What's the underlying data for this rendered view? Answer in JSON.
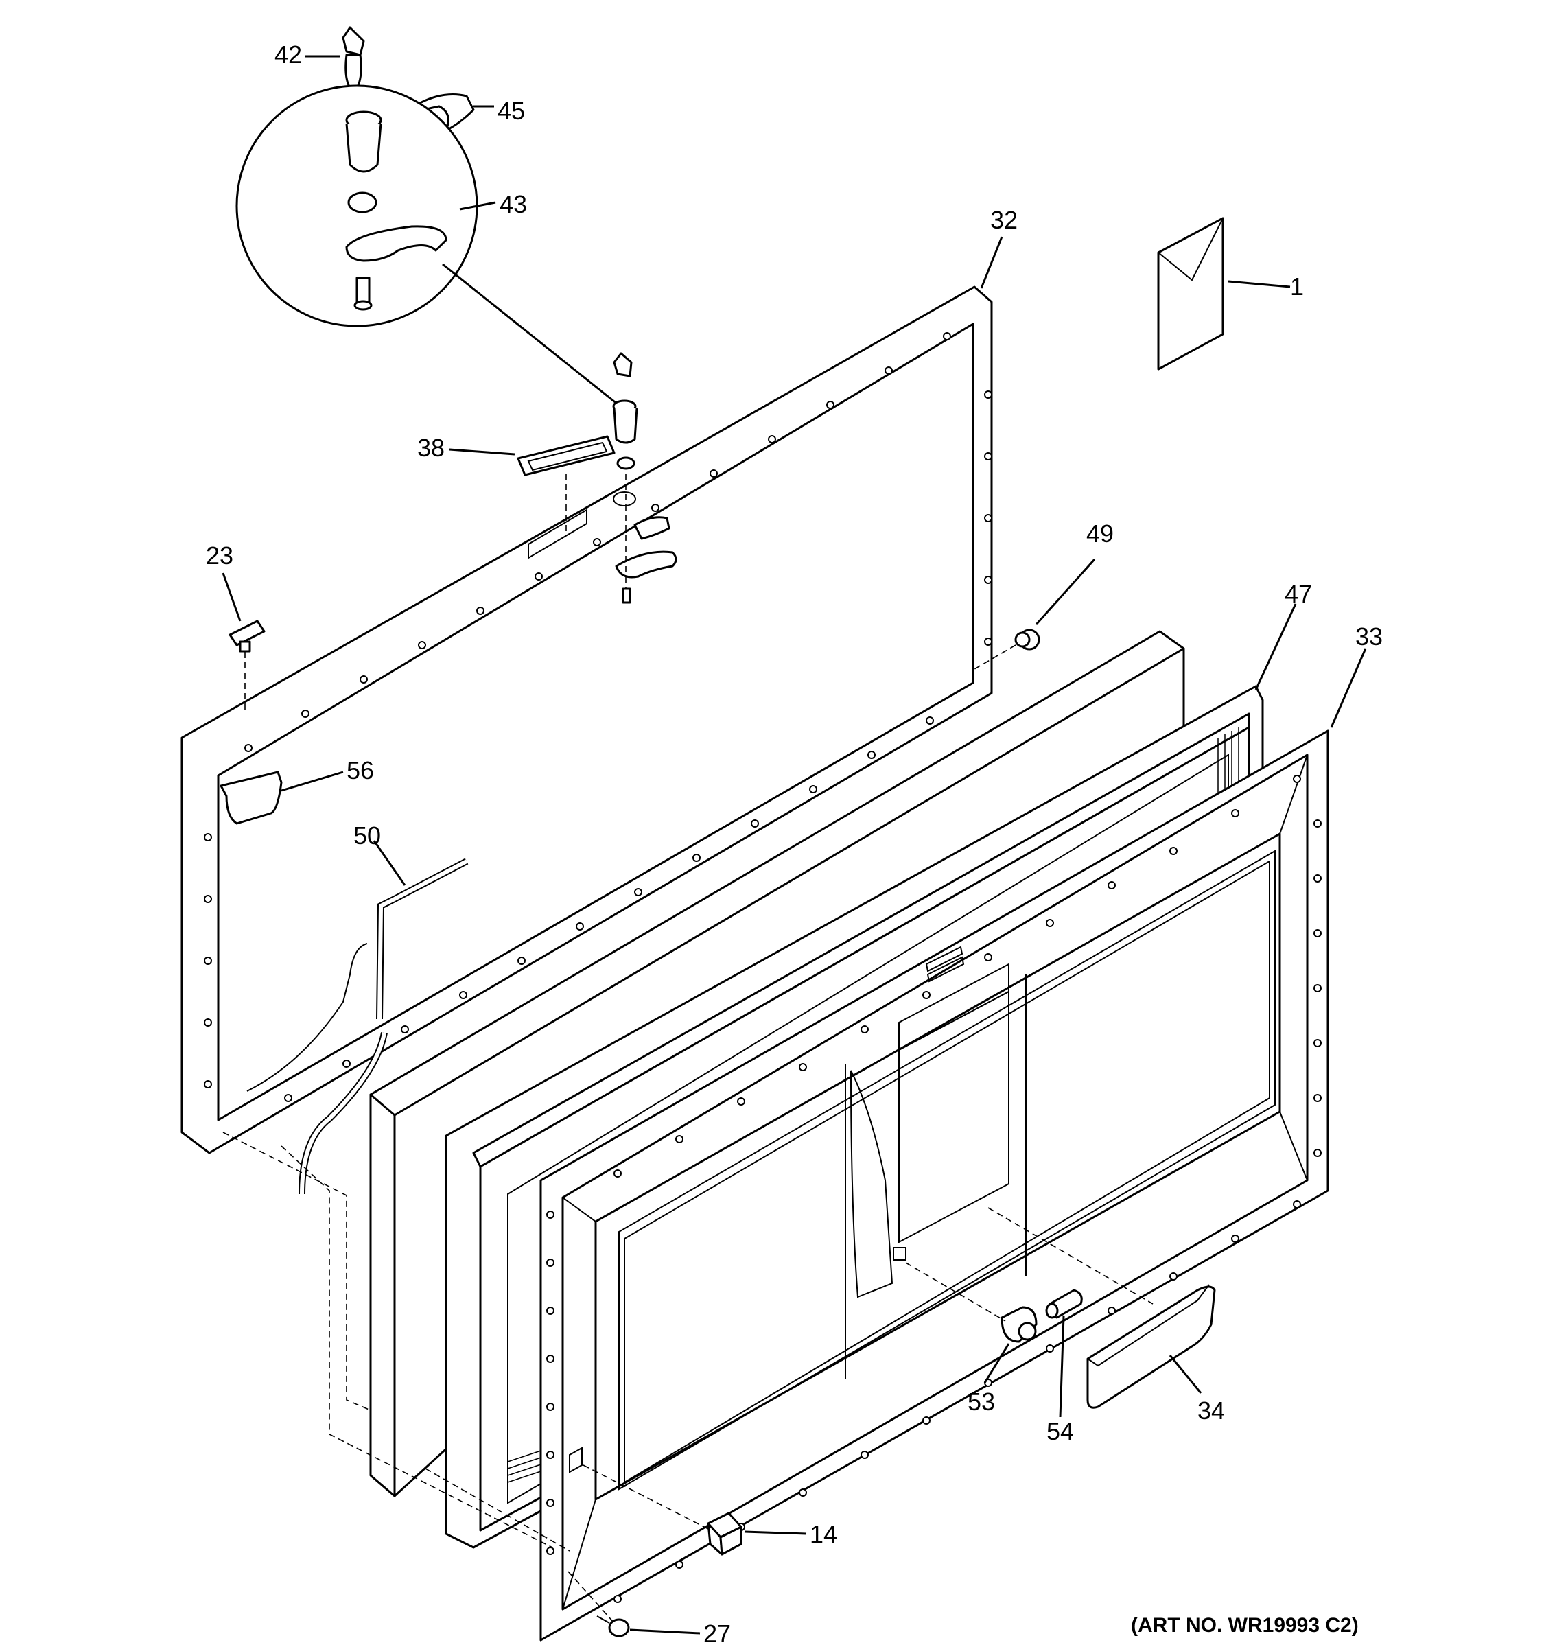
{
  "diagram": {
    "callouts": {
      "c1": "1",
      "c14": "14",
      "c23": "23",
      "c27": "27",
      "c32": "32",
      "c33": "33",
      "c34": "34",
      "c38": "38",
      "c42": "42",
      "c43": "43",
      "c45": "45",
      "c47": "47",
      "c49": "49",
      "c50": "50",
      "c53": "53",
      "c54": "54",
      "c56": "56"
    },
    "art_number": "(ART NO. WR19993 C2)"
  }
}
